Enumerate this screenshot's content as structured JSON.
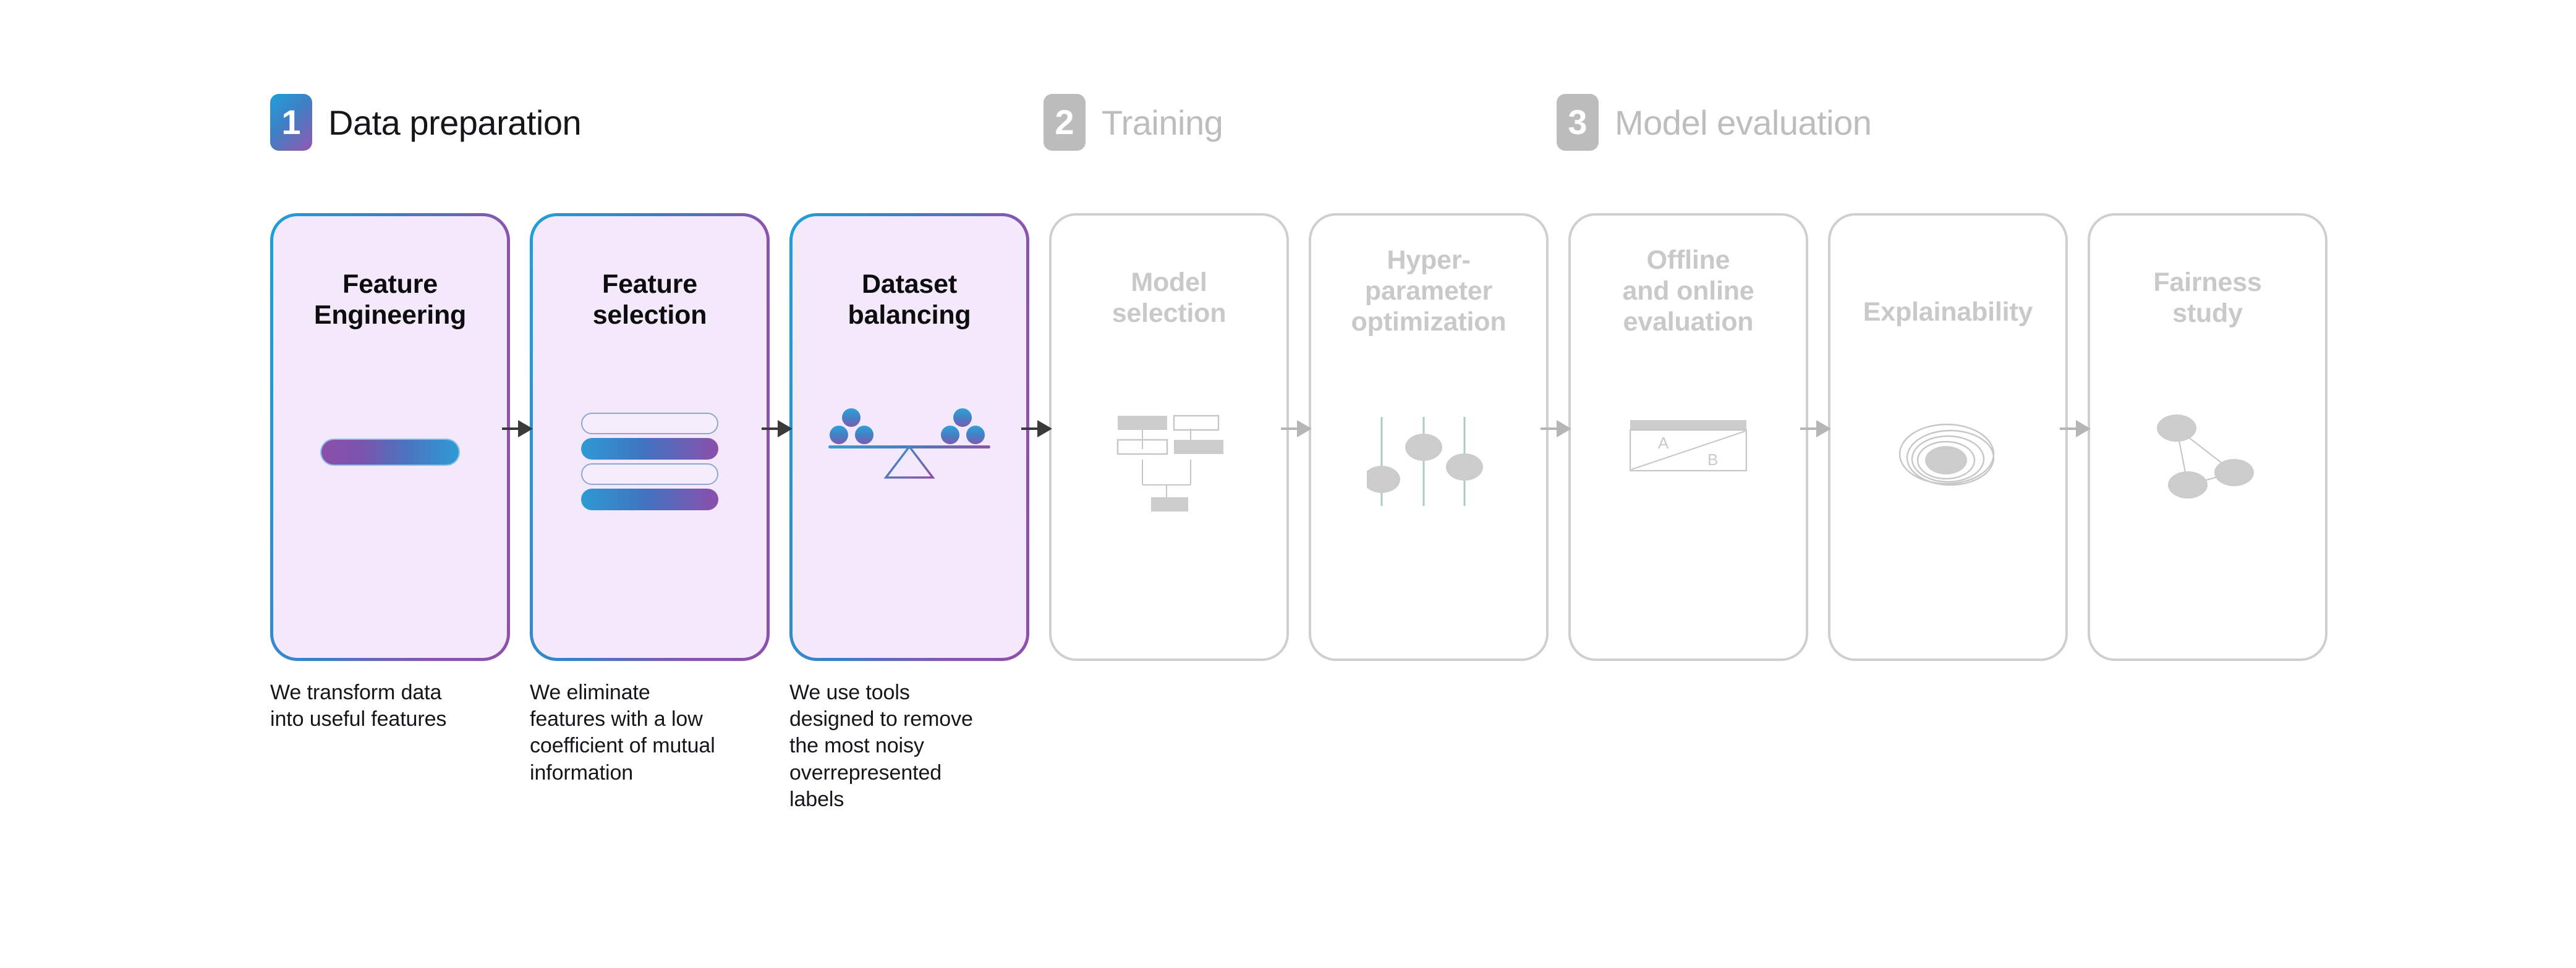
{
  "stages": [
    {
      "number": "1",
      "title": "Data preparation",
      "state": "active"
    },
    {
      "number": "2",
      "title": "Training",
      "state": "muted"
    },
    {
      "number": "3",
      "title": "Model evaluation",
      "state": "muted"
    }
  ],
  "cards": [
    {
      "title_line1": "Feature",
      "title_line2": "Engineering",
      "state": "active",
      "icon": "gradient-bar-icon"
    },
    {
      "title_line1": "Feature",
      "title_line2": "selection",
      "state": "active",
      "icon": "stacked-rows-icon"
    },
    {
      "title_line1": "Dataset",
      "title_line2": "balancing",
      "state": "active",
      "icon": "balance-scale-icon"
    },
    {
      "title_line1": "Model",
      "title_line2": "selection",
      "state": "muted",
      "icon": "decision-tree-icon"
    },
    {
      "title_line1": "Hyper-",
      "title_line2": "parameter",
      "title_line3": "optimization",
      "state": "muted",
      "icon": "sliders-icon"
    },
    {
      "title_line1": "Offline",
      "title_line2": "and online",
      "title_line3": "evaluation",
      "state": "muted",
      "icon": "ab-test-icon"
    },
    {
      "title_line1": "Explainability",
      "title_line2": "",
      "state": "muted",
      "icon": "contour-rings-icon"
    },
    {
      "title_line1": "Fairness",
      "title_line2": "study",
      "state": "muted",
      "icon": "network-graph-icon"
    }
  ],
  "ab_test": {
    "label_a": "A",
    "label_b": "B"
  },
  "captions": [
    "We transform data into useful features",
    "We eliminate features with a low coefficient of mutual information",
    "We use tools designed to remove the most noisy overrepresented labels"
  ],
  "colors": {
    "accent_blue": "#2e9ad4",
    "accent_purple": "#8b4fab",
    "card_fill_active": "#f3e9fb",
    "muted_gray": "#c9c9c9",
    "arrow_dark": "#3a3a3a",
    "arrow_light": "#b6b6b6",
    "text_dark": "#16161a"
  }
}
